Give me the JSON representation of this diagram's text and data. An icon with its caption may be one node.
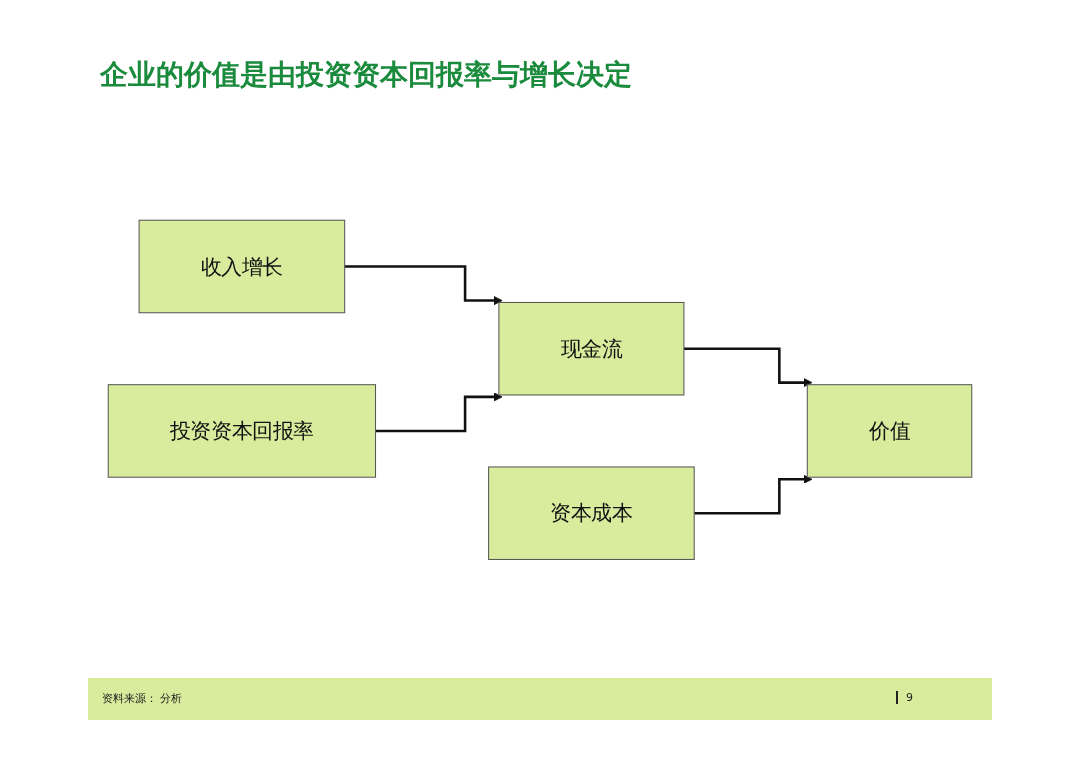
{
  "diagram": {
    "title": "企业的价值是由投资资本回报率与增长决定",
    "nodes": [
      {
        "text": [
          "收入增长"
        ]
      },
      {
        "text": [
          "投资资本回报率"
        ]
      },
      {
        "text": [
          "现金流"
        ]
      },
      {
        "text": [
          "价值"
        ]
      },
      {
        "text": [
          "资本成本"
        ]
      }
    ],
    "edges": [
      {
        "from": 0,
        "to": 2,
        "arrow": "to"
      },
      {
        "from": 1,
        "to": 2,
        "arrow": "to"
      },
      {
        "from": 2,
        "to": 3,
        "arrow": "to"
      },
      {
        "from": 4,
        "to": 3,
        "arrow": "to"
      }
    ],
    "labels": [
      "资料来源： 分析",
      "9"
    ]
  }
}
